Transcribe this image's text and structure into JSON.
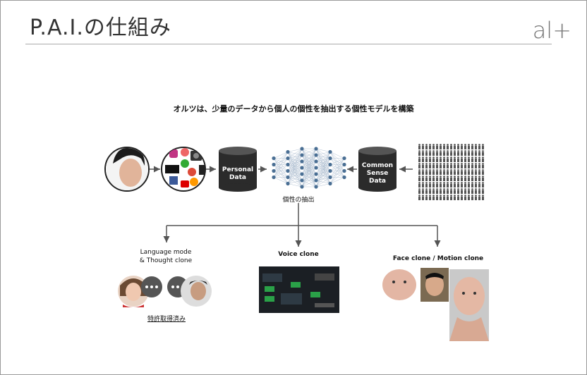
{
  "header": {
    "title": "P.A.I.の仕組み",
    "logo": "al+"
  },
  "main": {
    "caption": "オルツは、少量のデータから個人の個性を抽出する個性モデルを構築",
    "personal_db": [
      "Personal",
      "Data"
    ],
    "common_db": [
      "Common",
      "Sense",
      "Data"
    ],
    "nn_label": "個性の抽出",
    "branches": {
      "language": [
        "Language mode",
        "& Thought clone"
      ],
      "voice": "Voice clone",
      "face": "Face clone / Motion clone"
    },
    "patent": "特許取得済み"
  },
  "colors": {
    "db": "#2b2b2b",
    "node": "#4a6f94",
    "arrow": "#555555"
  }
}
